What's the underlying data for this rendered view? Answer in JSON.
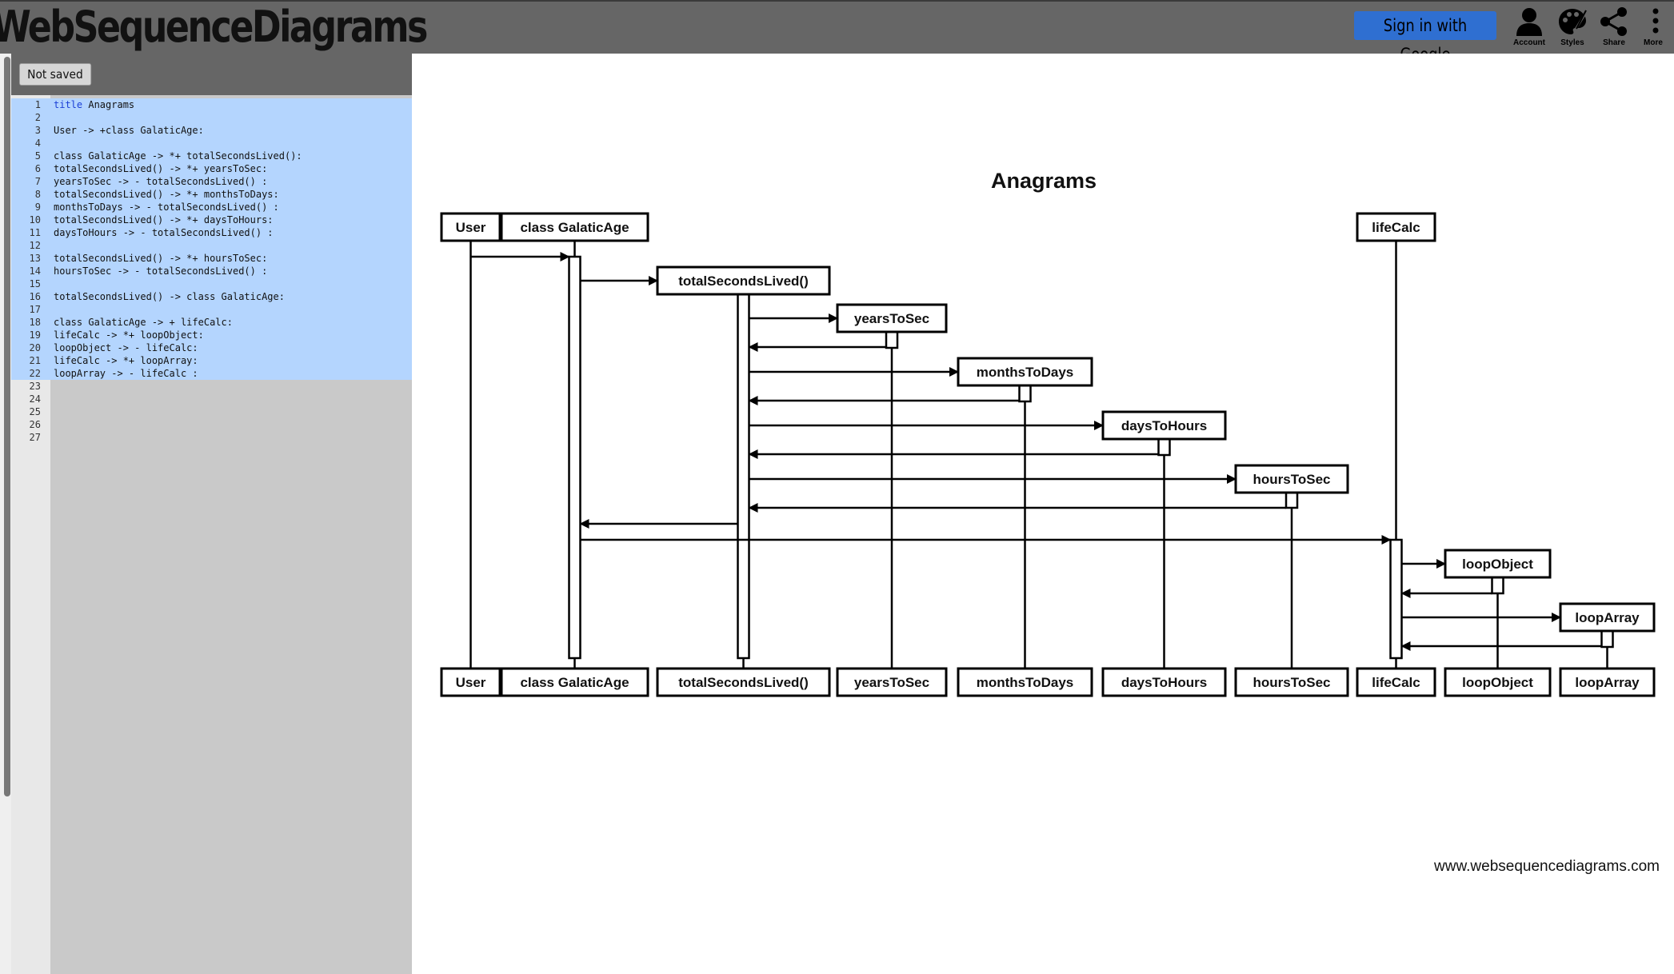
{
  "app": {
    "logo_text": "WebSequenceDiagrams",
    "signin_label": "Sign in with Google",
    "tools": [
      {
        "icon": "account-icon",
        "label": "Account"
      },
      {
        "icon": "styles-icon",
        "label": "Styles"
      },
      {
        "icon": "share-icon",
        "label": "Share"
      },
      {
        "icon": "more-icon",
        "label": "More"
      }
    ]
  },
  "editor": {
    "status_button": "Not saved",
    "lines": [
      {
        "n": "1",
        "kw": "title",
        "text": " Anagrams"
      },
      {
        "n": "2",
        "kw": "",
        "text": ""
      },
      {
        "n": "3",
        "kw": "",
        "text": "User -> +class GalaticAge:"
      },
      {
        "n": "4",
        "kw": "",
        "text": ""
      },
      {
        "n": "5",
        "kw": "",
        "text": "class GalaticAge -> *+ totalSecondsLived():"
      },
      {
        "n": "6",
        "kw": "",
        "text": "totalSecondsLived() -> *+ yearsToSec:"
      },
      {
        "n": "7",
        "kw": "",
        "text": "yearsToSec -> - totalSecondsLived() :"
      },
      {
        "n": "8",
        "kw": "",
        "text": "totalSecondsLived() -> *+ monthsToDays:"
      },
      {
        "n": "9",
        "kw": "",
        "text": "monthsToDays -> - totalSecondsLived() :"
      },
      {
        "n": "10",
        "kw": "",
        "text": "totalSecondsLived() -> *+ daysToHours:"
      },
      {
        "n": "11",
        "kw": "",
        "text": "daysToHours -> - totalSecondsLived() :"
      },
      {
        "n": "12",
        "kw": "",
        "text": ""
      },
      {
        "n": "13",
        "kw": "",
        "text": "totalSecondsLived() -> *+ hoursToSec:"
      },
      {
        "n": "14",
        "kw": "",
        "text": "hoursToSec -> - totalSecondsLived() :"
      },
      {
        "n": "15",
        "kw": "",
        "text": ""
      },
      {
        "n": "16",
        "kw": "",
        "text": "totalSecondsLived() -> class GalaticAge:"
      },
      {
        "n": "17",
        "kw": "",
        "text": ""
      },
      {
        "n": "18",
        "kw": "",
        "text": "class GalaticAge -> + lifeCalc:"
      },
      {
        "n": "19",
        "kw": "",
        "text": "lifeCalc -> *+ loopObject:"
      },
      {
        "n": "20",
        "kw": "",
        "text": "loopObject -> - lifeCalc:"
      },
      {
        "n": "21",
        "kw": "",
        "text": "lifeCalc -> *+ loopArray:"
      },
      {
        "n": "22",
        "kw": "",
        "text": "loopArray -> - lifeCalc :"
      },
      {
        "n": "23",
        "kw": "",
        "text": ""
      },
      {
        "n": "24",
        "kw": "",
        "text": ""
      },
      {
        "n": "25",
        "kw": "",
        "text": ""
      },
      {
        "n": "26",
        "kw": "",
        "text": ""
      },
      {
        "n": "27",
        "kw": "",
        "text": ""
      }
    ]
  },
  "diagram": {
    "title": "Anagrams",
    "watermark": "www.websequencediagrams.com",
    "participants": [
      {
        "id": "user",
        "label": "User"
      },
      {
        "id": "galactic",
        "label": "class GalaticAge"
      },
      {
        "id": "total",
        "label": "totalSecondsLived()"
      },
      {
        "id": "years",
        "label": "yearsToSec"
      },
      {
        "id": "months",
        "label": "monthsToDays"
      },
      {
        "id": "days",
        "label": "daysToHours"
      },
      {
        "id": "hours",
        "label": "hoursToSec"
      },
      {
        "id": "life",
        "label": "lifeCalc"
      },
      {
        "id": "loopobj",
        "label": "loopObject"
      },
      {
        "id": "looparr",
        "label": "loopArray"
      }
    ]
  }
}
